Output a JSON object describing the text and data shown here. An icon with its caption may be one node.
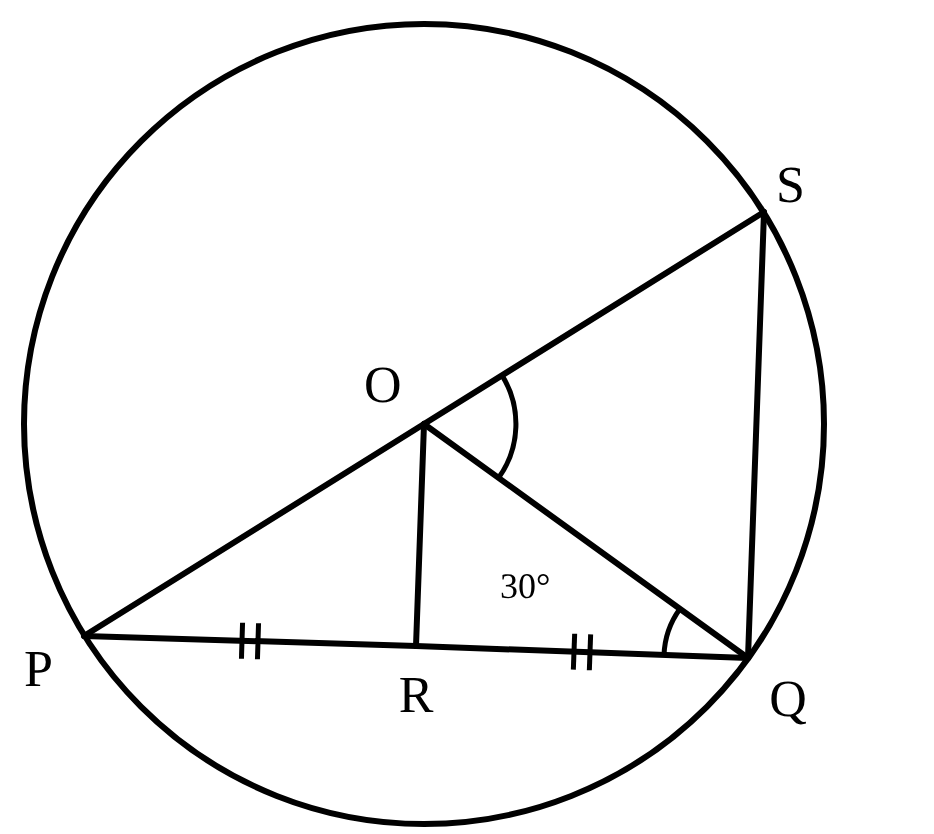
{
  "diagram": {
    "nodes": [
      {
        "text": [
          "S"
        ]
      },
      {
        "text": [
          "O"
        ]
      },
      {
        "text": [
          "P"
        ]
      },
      {
        "text": [
          "R"
        ]
      },
      {
        "text": [
          "Q"
        ]
      }
    ],
    "edges": [
      {
        "from": 2,
        "to": 1,
        "arrow": "none"
      },
      {
        "from": 1,
        "to": 0,
        "arrow": "none"
      },
      {
        "from": 1,
        "to": 3,
        "arrow": "none"
      },
      {
        "from": 1,
        "to": 4,
        "arrow": "none"
      },
      {
        "from": 2,
        "to": 3,
        "arrow": "none"
      },
      {
        "from": 3,
        "to": 4,
        "arrow": "none"
      },
      {
        "from": 0,
        "to": 4,
        "arrow": "none"
      }
    ],
    "labels": [
      "30°"
    ]
  }
}
